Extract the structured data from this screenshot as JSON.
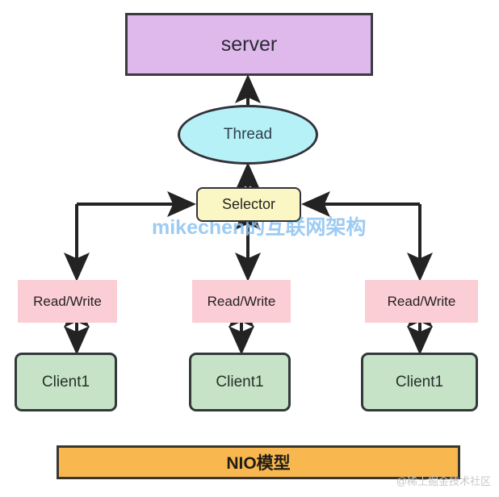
{
  "diagram": {
    "title_bar": {
      "label": "NIO模型"
    },
    "nodes": {
      "server": {
        "label": "server",
        "shape": "rectangle",
        "fill": "#dfb8ec"
      },
      "thread": {
        "label": "Thread",
        "shape": "ellipse",
        "fill": "#b6f1f7"
      },
      "selector": {
        "label": "Selector",
        "shape": "rounded-rectangle",
        "fill": "#fbf7c4"
      },
      "read_write": [
        {
          "label": "Read/Write",
          "shape": "rectangle",
          "fill": "#fbcdd4"
        },
        {
          "label": "Read/Write",
          "shape": "rectangle",
          "fill": "#fbcdd4"
        },
        {
          "label": "Read/Write",
          "shape": "rectangle",
          "fill": "#fbcdd4"
        }
      ],
      "clients": [
        {
          "label": "Client1",
          "shape": "rounded-rectangle",
          "fill": "#c7e3c7"
        },
        {
          "label": "Client1",
          "shape": "rounded-rectangle",
          "fill": "#c7e3c7"
        },
        {
          "label": "Client1",
          "shape": "rounded-rectangle",
          "fill": "#c7e3c7"
        }
      ]
    },
    "edges": [
      {
        "from": "thread",
        "to": "server",
        "arrow": "single-up"
      },
      {
        "from": "selector",
        "to": "thread",
        "arrow": "single-up"
      },
      {
        "from": "read_write_left",
        "to": "selector",
        "arrow": "elbow-right"
      },
      {
        "from": "read_write_right",
        "to": "selector",
        "arrow": "elbow-left"
      },
      {
        "from": "selector",
        "to": "read_write_mid",
        "arrow": "double"
      },
      {
        "from": "read_write_left",
        "to": "client_left",
        "arrow": "double"
      },
      {
        "from": "read_write_mid",
        "to": "client_mid",
        "arrow": "double"
      },
      {
        "from": "read_write_right",
        "to": "client_right",
        "arrow": "double"
      }
    ],
    "stroke_color": "#232323"
  },
  "watermarks": {
    "center": "mikechen的互联网架构",
    "corner": "@稀土掘金技术社区"
  }
}
